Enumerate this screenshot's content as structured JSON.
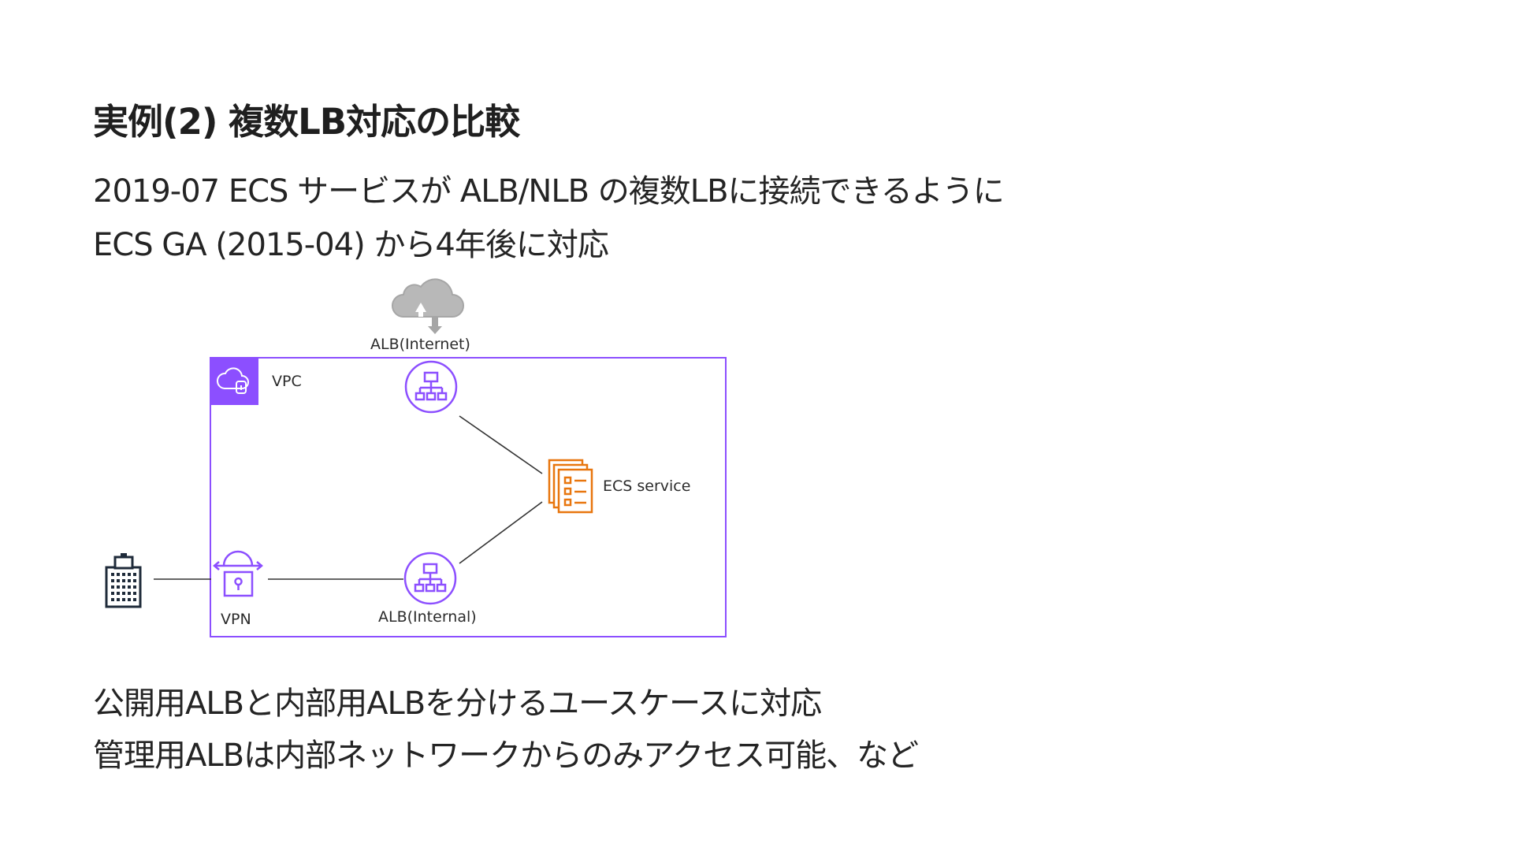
{
  "slide": {
    "title": "実例(2) 複数LB対応の比較",
    "intro_lines": [
      "2019-07 ECS サービスが ALB/NLB の複数LBに接続できるように",
      "ECS GA (2015-04) から4年後に対応"
    ],
    "notes": [
      "公開用ALBと内部用ALBを分けるユースケースに対応",
      "管理用ALBは内部ネットワークからのみアクセス可能、など"
    ]
  },
  "diagram": {
    "vpc_label": "VPC",
    "alb_internet_label": "ALB(Internet)",
    "alb_internal_label": "ALB(Internal)",
    "ecs_label": "ECS service",
    "vpn_label": "VPN",
    "colors": {
      "vpc": "#8c4fff",
      "ecs": "#e8760e",
      "cloud": "#a6a6a6",
      "line": "#333333"
    }
  }
}
